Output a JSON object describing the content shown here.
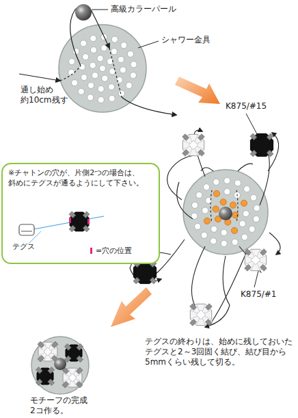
{
  "diagram": {
    "nodes": [
      {
        "text": [
          "※チャトンの穴が、片側2つの場合は、 斜めにテグスが通るようにして下さい。",
          "テグス",
          "=穴の位置"
        ]
      }
    ],
    "labels": [
      "高級カラーパール",
      "シャワー金具",
      "通し始め 約10cm残す",
      "K875/#15",
      "K875/#1",
      "テグスの終わりは、始めに残しておいたテグスと2～3回固く結び、結び目から5mmくらい残して切る。",
      "モチーフの完成 2コ作る。"
    ]
  }
}
